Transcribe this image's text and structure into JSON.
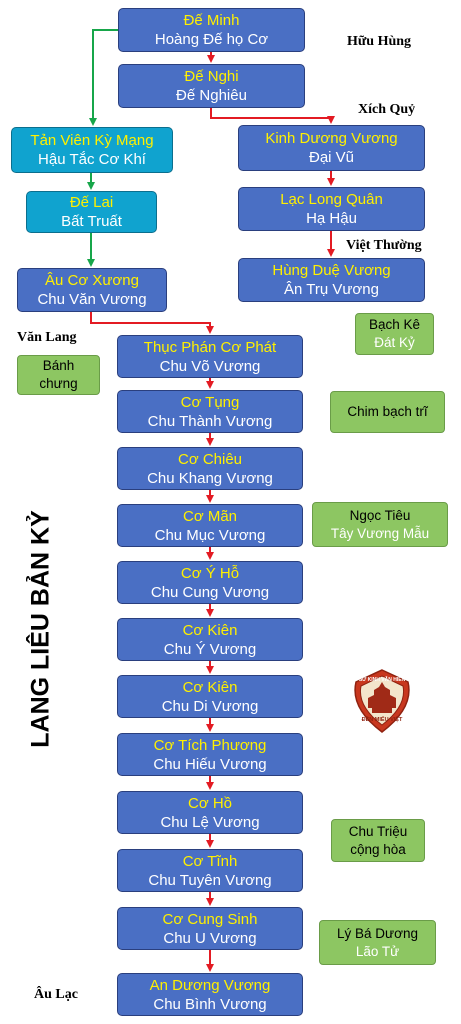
{
  "nodes": {
    "de_minh": {
      "name": "Đế Minh",
      "title": "Hoàng Đế họ Cơ"
    },
    "de_nghi": {
      "name": "Đế Nghi",
      "title": "Đế Nghiêu"
    },
    "tan_vien": {
      "name": "Tản Viên Kỳ Mạng",
      "title": "Hậu Tắc Cơ Khí"
    },
    "de_lai": {
      "name": "Đế Lai",
      "title": "Bất Truất"
    },
    "au_co": {
      "name": "Âu Cơ Xương",
      "title": "Chu Văn Vương"
    },
    "kinh_duong": {
      "name": "Kinh Dương Vương",
      "title": "Đại Vũ"
    },
    "lac_long": {
      "name": "Lạc Long Quân",
      "title": "Hạ Hậu"
    },
    "hung_due": {
      "name": "Hùng Duệ Vương",
      "title": "Ân Trụ Vương"
    }
  },
  "chain": [
    {
      "name": "Thục Phán Cơ Phát",
      "title": "Chu Võ Vương"
    },
    {
      "name": "Cơ Tụng",
      "title": "Chu Thành Vương"
    },
    {
      "name": "Cơ Chiêu",
      "title": "Chu Khang Vương"
    },
    {
      "name": "Cơ Mãn",
      "title": "Chu Mục Vương"
    },
    {
      "name": "Cơ Ý Hỗ",
      "title": "Chu Cung Vương"
    },
    {
      "name": "Cơ Kiên",
      "title": "Chu Ý Vương"
    },
    {
      "name": "Cơ Kiên",
      "title": "Chu Di Vương"
    },
    {
      "name": "Cơ Tích Phương",
      "title": "Chu Hiếu Vương"
    },
    {
      "name": "Cơ Hồ",
      "title": "Chu Lệ Vương"
    },
    {
      "name": "Cơ Tĩnh",
      "title": "Chu Tuyên Vương"
    },
    {
      "name": "Cơ Cung Sinh",
      "title": "Chu U Vương"
    },
    {
      "name": "An Dương Vương",
      "title": "Chu Bình Vương"
    }
  ],
  "notes": {
    "banh_chung": {
      "line1": "Bánh",
      "line2": "chưng"
    },
    "bach_ke": {
      "line1": "Bạch Kê",
      "line2": "Đát Kỷ"
    },
    "chim": {
      "line1": "Chim bạch trĩ"
    },
    "ngoc_tieu": {
      "line1": "Ngọc Tiêu",
      "line2": "Tây Vương Mẫu"
    },
    "chu_trieu": {
      "line1": "Chu Triệu",
      "line2": "cộng hòa"
    },
    "ly_ba": {
      "line1": "Lý Bá Dương",
      "line2": "Lão Tử"
    }
  },
  "labels": {
    "huu_hung": "Hữu Hùng",
    "xich_quy": "Xích Quỷ",
    "viet_thuong": "Việt Thường",
    "van_lang": "Văn Lang",
    "au_lac": "Âu Lạc"
  },
  "vertical_title": "LANG LIÊU BẢN KỶ",
  "seal": {
    "top_text": "SỬ KINH VĂN HIẾN",
    "bottom_text": "ĐỀN MIẾU VIỆT"
  },
  "colors": {
    "box": "#4a6fc4",
    "teal_box": "#10a3cf",
    "note": "#8dc662",
    "red_arrow": "#e31b23",
    "green_arrow": "#17a64a",
    "name_text": "#fff000"
  }
}
